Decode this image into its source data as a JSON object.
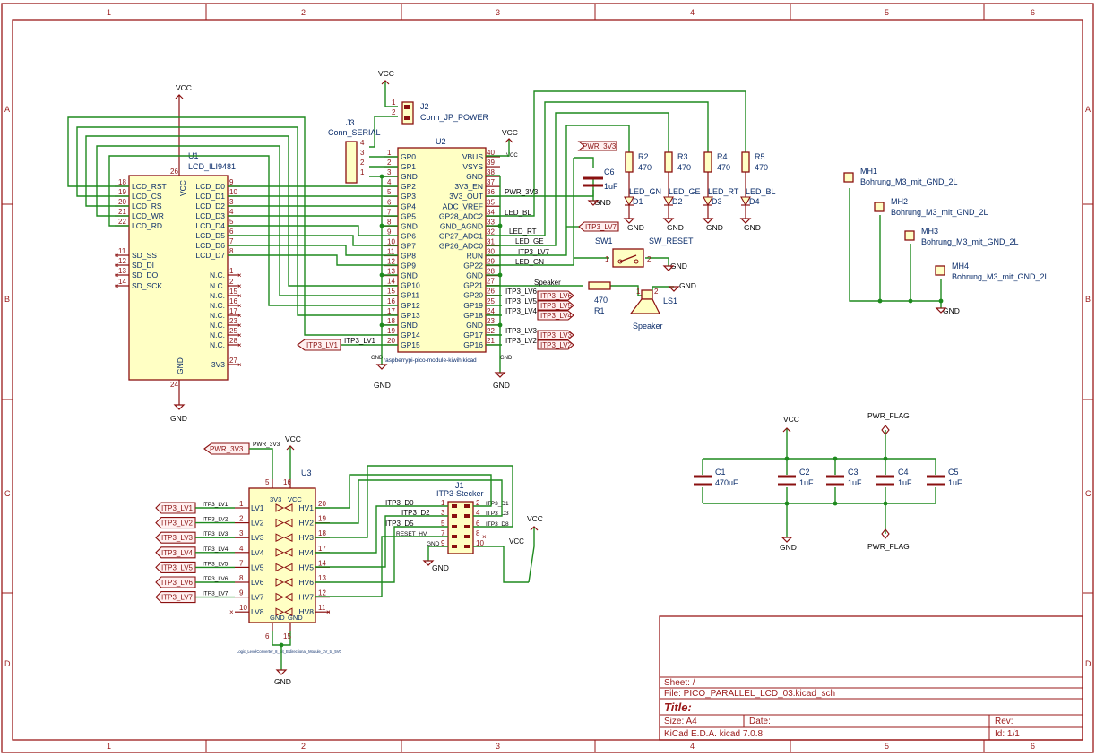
{
  "frame": {
    "columns": [
      "1",
      "2",
      "3",
      "4",
      "5",
      "6"
    ],
    "rows": [
      "A",
      "B",
      "C",
      "D"
    ]
  },
  "title_block": {
    "sheet": "Sheet: /",
    "file": "File: PICO_PARALLEL_LCD_03.kicad_sch",
    "title": "Title:",
    "size": "Size: A4",
    "date": "Date:",
    "rev": "Rev:",
    "tool": "KiCad E.D.A.  kicad 7.0.8",
    "id": "Id: 1/1"
  },
  "lcd": {
    "ref": "U1",
    "value": "LCD_ILI9481",
    "pin_vcc_num": "26",
    "pin_gnd_num": "24",
    "vcc": "VCC",
    "gnd": "GND",
    "vcc_label": "VCC",
    "gnd_label": "GND",
    "left_pins": [
      {
        "num": "18",
        "name": "LCD_RST"
      },
      {
        "num": "19",
        "name": "LCD_CS"
      },
      {
        "num": "20",
        "name": "LCD_RS"
      },
      {
        "num": "21",
        "name": "LCD_WR"
      },
      {
        "num": "22",
        "name": "LCD_RD"
      },
      {
        "num": "11",
        "name": "SD_SS"
      },
      {
        "num": "12",
        "name": "SD_DI"
      },
      {
        "num": "13",
        "name": "SD_DO"
      },
      {
        "num": "14",
        "name": "SD_SCK"
      }
    ],
    "right_pins": [
      {
        "num": "9",
        "name": "LCD_D0"
      },
      {
        "num": "10",
        "name": "LCD_D1"
      },
      {
        "num": "3",
        "name": "LCD_D2"
      },
      {
        "num": "4",
        "name": "LCD_D3"
      },
      {
        "num": "5",
        "name": "LCD_D4"
      },
      {
        "num": "6",
        "name": "LCD_D5"
      },
      {
        "num": "7",
        "name": "LCD_D6"
      },
      {
        "num": "8",
        "name": "LCD_D7"
      },
      {
        "num": "1",
        "name": "N.C."
      },
      {
        "num": "2",
        "name": "N.C."
      },
      {
        "num": "15",
        "name": "N.C."
      },
      {
        "num": "16",
        "name": "N.C."
      },
      {
        "num": "17",
        "name": "N.C."
      },
      {
        "num": "23",
        "name": "N.C."
      },
      {
        "num": "25",
        "name": "N.C."
      },
      {
        "num": "28",
        "name": "N.C."
      },
      {
        "num": "27",
        "name": "3V3"
      }
    ]
  },
  "pico": {
    "ref": "U2",
    "value": "raspberrypi-pico-module-kiwih.kicad",
    "left_pins": [
      {
        "num": "1",
        "name": "GP0"
      },
      {
        "num": "2",
        "name": "GP1"
      },
      {
        "num": "3",
        "name": "GND"
      },
      {
        "num": "4",
        "name": "GP2"
      },
      {
        "num": "5",
        "name": "GP3"
      },
      {
        "num": "6",
        "name": "GP4"
      },
      {
        "num": "7",
        "name": "GP5"
      },
      {
        "num": "8",
        "name": "GND"
      },
      {
        "num": "9",
        "name": "GP6"
      },
      {
        "num": "10",
        "name": "GP7"
      },
      {
        "num": "11",
        "name": "GP8"
      },
      {
        "num": "12",
        "name": "GP9"
      },
      {
        "num": "13",
        "name": "GND"
      },
      {
        "num": "14",
        "name": "GP10"
      },
      {
        "num": "15",
        "name": "GP11"
      },
      {
        "num": "16",
        "name": "GP12"
      },
      {
        "num": "17",
        "name": "GP13"
      },
      {
        "num": "18",
        "name": "GND"
      },
      {
        "num": "19",
        "name": "GP14"
      },
      {
        "num": "20",
        "name": "GP15"
      }
    ],
    "right_pins": [
      {
        "num": "40",
        "name": "VBUS"
      },
      {
        "num": "39",
        "name": "VSYS"
      },
      {
        "num": "38",
        "name": "GND"
      },
      {
        "num": "37",
        "name": "3V3_EN"
      },
      {
        "num": "36",
        "name": "3V3_OUT"
      },
      {
        "num": "35",
        "name": "ADC_VREF"
      },
      {
        "num": "34",
        "name": "GP28_ADC2"
      },
      {
        "num": "33",
        "name": "GND_AGND"
      },
      {
        "num": "32",
        "name": "GP27_ADC1"
      },
      {
        "num": "31",
        "name": "GP26_ADC0"
      },
      {
        "num": "30",
        "name": "RUN"
      },
      {
        "num": "29",
        "name": "GP22"
      },
      {
        "num": "28",
        "name": "GND"
      },
      {
        "num": "27",
        "name": "GP21"
      },
      {
        "num": "26",
        "name": "GP20"
      },
      {
        "num": "25",
        "name": "GP19"
      },
      {
        "num": "24",
        "name": "GP18"
      },
      {
        "num": "23",
        "name": "GND"
      },
      {
        "num": "22",
        "name": "GP17"
      },
      {
        "num": "21",
        "name": "GP16"
      }
    ],
    "gnd_left": "GND",
    "gnd_right": "GND",
    "vcc_top": "VCC",
    "vcc_pin": "VCC"
  },
  "pico_nets": {
    "pwr_3v3": "PWR_3V3",
    "led_bl": "LED_BL",
    "led_rt": "LED_RT",
    "led_ge": "LED_GE",
    "itp3_lv7": "ITP3_LV7",
    "led_gn": "LED_GN",
    "speaker": "Speaker",
    "itp3_lv1": "ITP3_LV1",
    "gnd_small_l": "GND",
    "gnd_small_r": "GND"
  },
  "pico_right_labels": [
    "ITP3_LV6",
    "ITP3_LV5",
    "ITP3_LV4",
    "ITP3_LV3",
    "ITP3_LV2"
  ],
  "j2": {
    "ref": "J2",
    "value": "Conn_JP_POWER",
    "vcc": "VCC",
    "pins": [
      "1",
      "2"
    ]
  },
  "j3": {
    "ref": "J3",
    "value": "Conn_SERIAL",
    "pins": [
      "4",
      "3",
      "2",
      "1"
    ]
  },
  "c6": {
    "ref": "C6",
    "value": "1uF",
    "gnd": "GND",
    "label": "PWR_3V3"
  },
  "leds": [
    {
      "r": "R2",
      "rv": "470",
      "net": "LED_GN",
      "d": "D1",
      "gnd": "GND"
    },
    {
      "r": "R3",
      "rv": "470",
      "net": "LED_GE",
      "d": "D2",
      "gnd": "GND"
    },
    {
      "r": "R4",
      "rv": "470",
      "net": "LED_RT",
      "d": "D3",
      "gnd": "GND"
    },
    {
      "r": "R5",
      "rv": "470",
      "net": "LED_BL",
      "d": "D4",
      "gnd": "GND"
    }
  ],
  "sw1": {
    "ref": "SW1",
    "value": "SW_RESET",
    "pin1": "1",
    "pin2": "2",
    "gnd": "GND",
    "label": "ITP3_LV7"
  },
  "speaker": {
    "r": "R1",
    "rv": "470",
    "ref": "LS1",
    "value": "Speaker",
    "gnd": "GND",
    "pin1": "1",
    "pin2": "2"
  },
  "mounting": [
    {
      "ref": "MH1",
      "value": "Bohrung_M3_mit_GND_2L"
    },
    {
      "ref": "MH2",
      "value": "Bohrung_M3_mit_GND_2L"
    },
    {
      "ref": "MH3",
      "value": "Bohrung_M3_mit_GND_2L"
    },
    {
      "ref": "MH4",
      "value": "Bohrung_M3_mit_GND_2L"
    }
  ],
  "mounting_gnd": "GND",
  "caps": {
    "vcc": "VCC",
    "pwr_flag_top": "PWR_FLAG",
    "pwr_flag_bottom": "PWR_FLAG",
    "gnd": "GND",
    "items": [
      {
        "ref": "C1",
        "value": "470uF"
      },
      {
        "ref": "C2",
        "value": "1uF"
      },
      {
        "ref": "C3",
        "value": "1uF"
      },
      {
        "ref": "C4",
        "value": "1uF"
      },
      {
        "ref": "C5",
        "value": "1uF"
      }
    ]
  },
  "level_shifter": {
    "ref": "U3",
    "value": "Logic_LevelConverter_8_Bit_Bidirectional_Module_3V_to_5V0",
    "pwr_label": "PWR_3V3",
    "pwr_net": "PWR_3V3",
    "vcc": "VCC",
    "gnd": "GND",
    "top_pins": [
      {
        "num": "5",
        "name": "3V3"
      },
      {
        "num": "16",
        "name": "VCC"
      }
    ],
    "bottom_pins": [
      {
        "num": "6",
        "name": "GND"
      },
      {
        "num": "15",
        "name": "GND"
      }
    ],
    "lv_pins": [
      {
        "num": "1",
        "name": "LV1",
        "label": "ITP3_LV1",
        "net": "ITP3_LV1"
      },
      {
        "num": "2",
        "name": "LV2",
        "label": "ITP3_LV2",
        "net": "ITP3_LV2"
      },
      {
        "num": "3",
        "name": "LV3",
        "label": "ITP3_LV3",
        "net": "ITP3_LV3"
      },
      {
        "num": "4",
        "name": "LV4",
        "label": "ITP3_LV4",
        "net": "ITP3_LV4"
      },
      {
        "num": "7",
        "name": "LV5",
        "label": "ITP3_LV5",
        "net": "ITP3_LV5"
      },
      {
        "num": "8",
        "name": "LV6",
        "label": "ITP3_LV6",
        "net": "ITP3_LV6"
      },
      {
        "num": "9",
        "name": "LV7",
        "label": "ITP3_LV7",
        "net": "ITP3_LV7"
      },
      {
        "num": "10",
        "name": "LV8",
        "label": "",
        "net": ""
      }
    ],
    "hv_pins": [
      {
        "num": "20",
        "name": "HV1"
      },
      {
        "num": "19",
        "name": "HV2"
      },
      {
        "num": "18",
        "name": "HV3"
      },
      {
        "num": "17",
        "name": "HV4"
      },
      {
        "num": "14",
        "name": "HV5"
      },
      {
        "num": "13",
        "name": "HV6"
      },
      {
        "num": "12",
        "name": "HV7"
      },
      {
        "num": "11",
        "name": "HV8"
      }
    ]
  },
  "j1": {
    "ref": "J1",
    "value": "ITP3-Stecker",
    "left_pins": [
      "1",
      "3",
      "5",
      "7",
      "9"
    ],
    "right_pins": [
      "2",
      "4",
      "6",
      "8",
      "10"
    ],
    "nets_left": [
      "ITP3_D0",
      "ITP3_D2",
      "ITP3_D5",
      "RESET_HV",
      "GND"
    ],
    "nets_right": [
      "ITP3_D1",
      "ITP3_D3",
      "ITP3_D8",
      "",
      "VCC"
    ],
    "gnd": "GND",
    "vcc": "VCC"
  }
}
